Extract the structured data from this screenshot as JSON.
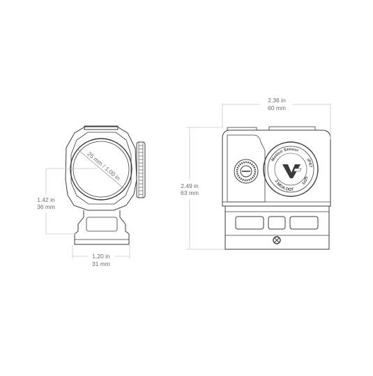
{
  "front_view": {
    "aperture_label": "25 mm / 1.00 in",
    "height_in": "1.42 in",
    "height_mm": "36 mm",
    "width_in": "1.20 in",
    "width_mm": "31 mm"
  },
  "side_view": {
    "width_in": "2.36 in",
    "width_mm": "60 mm",
    "height_in": "2.49 in",
    "height_mm": "63 mm",
    "cap_text_1": "Motion Sensor",
    "cap_text_2": "IP67",
    "cap_text_3": "3 MOA DOT",
    "cap_text_4": "1x25"
  },
  "colors": {
    "outline": "#3a3a3a",
    "dimension_line": "#c8c8c8",
    "dimension_text": "#6b6b6b"
  }
}
